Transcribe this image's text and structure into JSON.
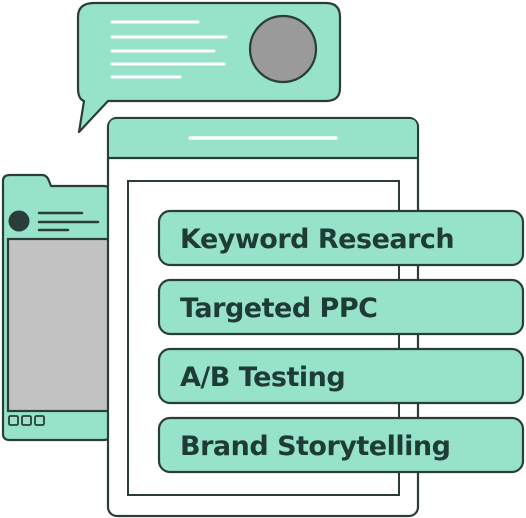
{
  "colors": {
    "accent": "#96e3c9",
    "outline": "#2b3d3a",
    "screen_gray": "#c2c2c2",
    "avatar_gray": "#9a9a9a",
    "text": "#1f3b36",
    "background": "#ffffff"
  },
  "icons": {
    "chat_avatar": "avatar-circle",
    "profile_avatar": "avatar-circle",
    "window_controls": "three-squares"
  },
  "services": [
    {
      "label": "Keyword Research"
    },
    {
      "label": "Targeted PPC"
    },
    {
      "label": "A/B Testing"
    },
    {
      "label": "Brand Storytelling"
    }
  ]
}
